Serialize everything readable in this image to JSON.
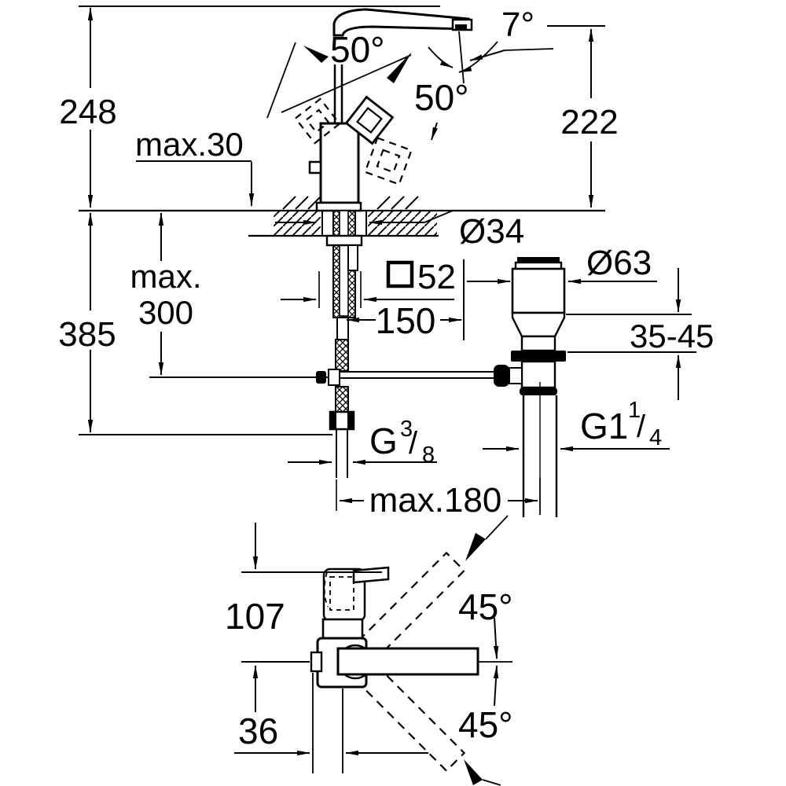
{
  "front": {
    "overall_height": "248",
    "deck_max": "max.30",
    "handle_angle_left": "50°",
    "handle_angle_right": "50°",
    "spout_angle": "7°",
    "outlet_height": "222",
    "hole_dia": "Ø34",
    "square_size": "52",
    "projection": "150",
    "depth_max_line1": "max.",
    "depth_max_line2": "300",
    "below_deck": "385",
    "waste_dia": "Ø63",
    "clamp_range": "35-45",
    "supply_g": "G",
    "supply_num": "3",
    "supply_slash": "/",
    "supply_den": "8",
    "waste_g": "G1",
    "waste_num": "1",
    "waste_slash": "/",
    "waste_den": "4",
    "rod_max": "max.180"
  },
  "top": {
    "front_offset": "107",
    "rod_offset": "36",
    "swivel_upper": "45°",
    "swivel_lower": "45°"
  }
}
